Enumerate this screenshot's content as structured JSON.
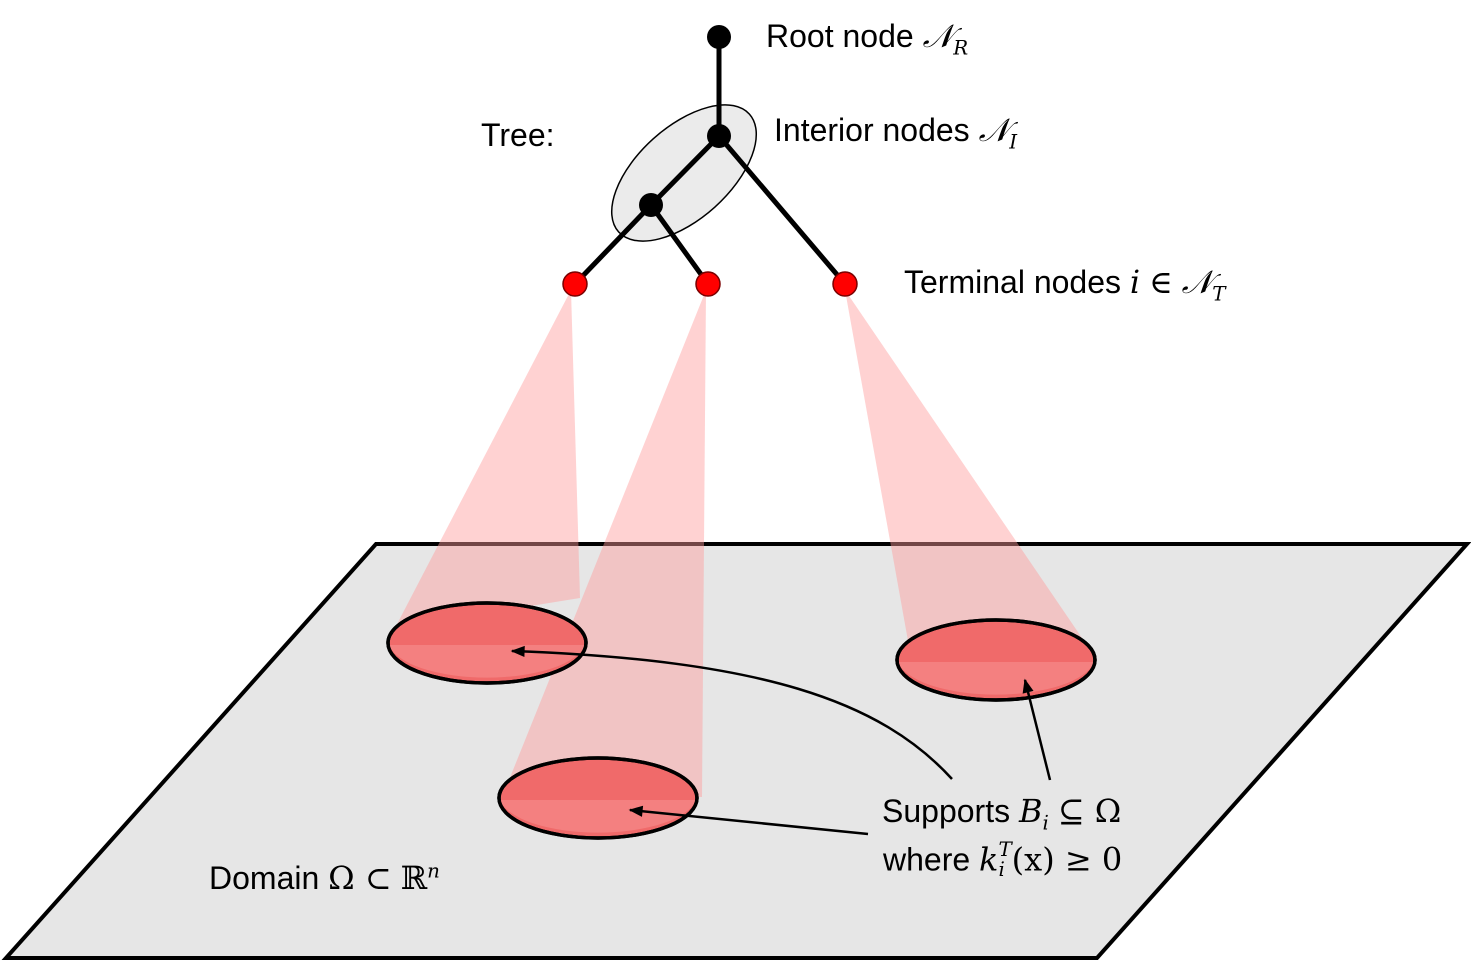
{
  "labels": {
    "tree": "Tree:",
    "root_text": "Root node",
    "root_symbol": "𝒩",
    "root_sub": "R",
    "interior_text": "Interior nodes",
    "interior_symbol": "𝒩",
    "interior_sub": "I",
    "terminal_text": "Terminal nodes",
    "terminal_var": "i",
    "terminal_in": "∈",
    "terminal_symbol": "𝒩",
    "terminal_sub": "T",
    "supports_text": "Supports",
    "supports_var": "B",
    "supports_sub": "i",
    "supports_rel": "⊆ Ω",
    "where_text": "where",
    "where_var": "k",
    "where_sup": "T",
    "where_sub": "i",
    "where_expr": "(x) ≥ 0",
    "domain_text": "Domain",
    "domain_rel": "Ω ⊂",
    "domain_set": "ℝ",
    "domain_sup": "n"
  },
  "colors": {
    "node_black": "#000000",
    "node_red": "#ff0000",
    "cone_fill": "#ffb3b3",
    "plane_fill": "#e6e6e6",
    "support_fill": "#f06e6e",
    "interior_ellipse_fill": "#ececec"
  }
}
